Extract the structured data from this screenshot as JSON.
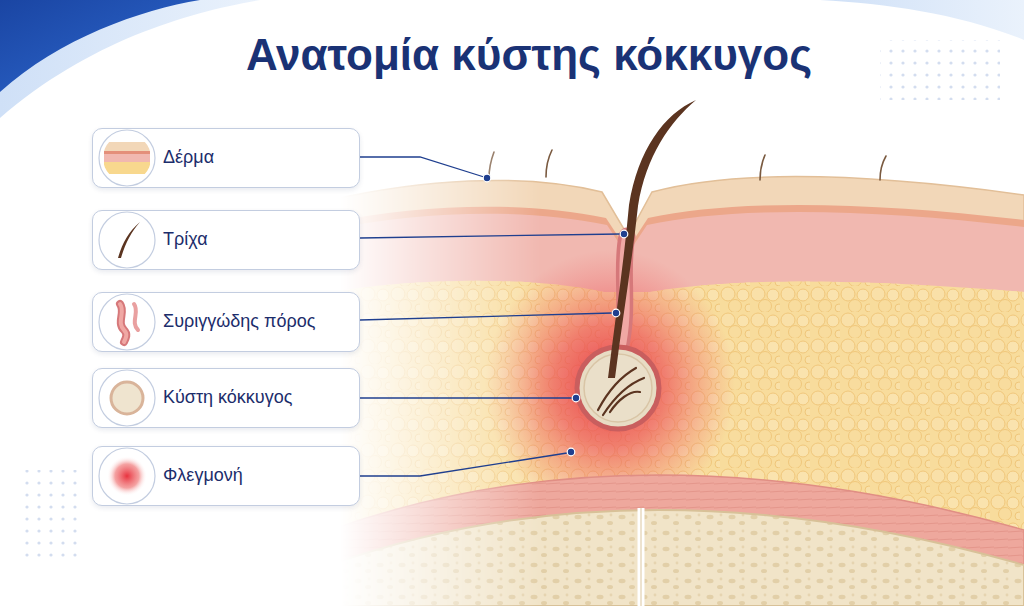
{
  "diagram": {
    "title": "Ανατομία κύστης κόκκυγος",
    "nodes": [
      {
        "text": [
          "Δέρμα"
        ]
      },
      {
        "text": [
          "Τρίχα"
        ]
      },
      {
        "text": [
          "Συριγγώδης πόρος"
        ]
      },
      {
        "text": [
          "Κύστη κόκκυγος"
        ]
      },
      {
        "text": [
          "Φλεγμονή"
        ]
      }
    ]
  }
}
